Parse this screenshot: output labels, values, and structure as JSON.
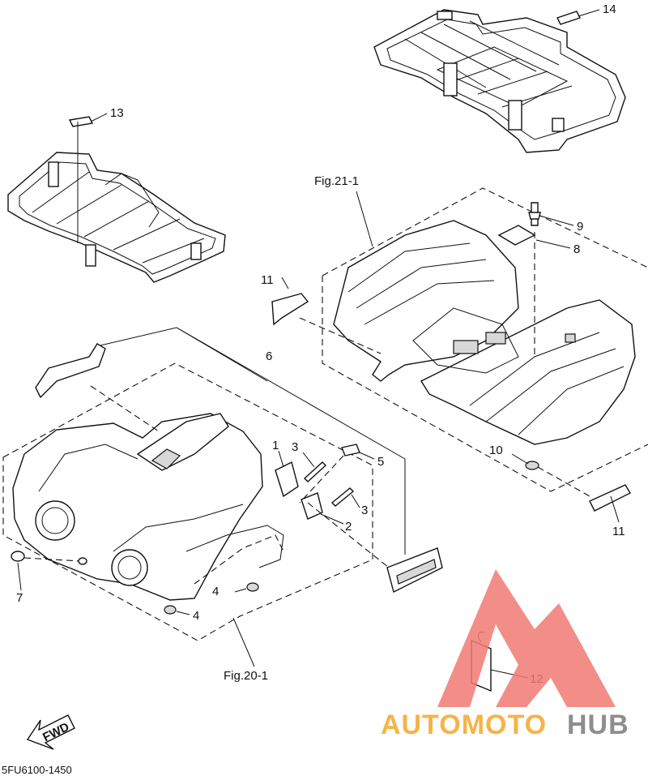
{
  "diagram": {
    "callouts": {
      "c1": "1",
      "c2": "2",
      "c3a": "3",
      "c3b": "3",
      "c4a": "4",
      "c4b": "4",
      "c5": "5",
      "c6": "6",
      "c7": "7",
      "c8": "8",
      "c9": "9",
      "c10": "10",
      "c11a": "11",
      "c11b": "11",
      "c12": "12",
      "c13": "13",
      "c14": "14"
    },
    "fig_refs": {
      "rear": "Fig.21-1",
      "front": "Fig.20-1"
    },
    "fwd_label": "FWD",
    "part_code": "5FU6100-1450"
  },
  "watermark": {
    "brand_part1": "AUTOMOTO",
    "brand_part2": "HUB",
    "color_primary": "#f07a72",
    "color_accent": "#f6b347",
    "color_dark": "#8e8e8e"
  }
}
